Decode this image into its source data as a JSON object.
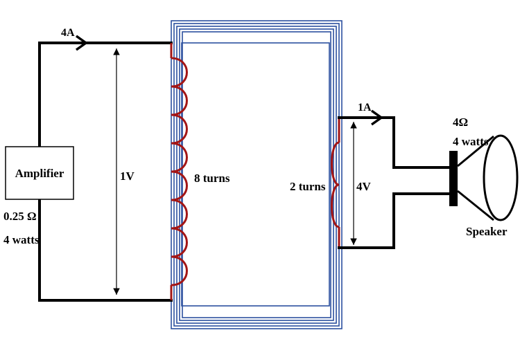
{
  "colors": {
    "wire": "#000000",
    "core": "#2b4f9e",
    "coil": "#a31515",
    "background": "#ffffff"
  },
  "amplifier": {
    "label": "Amplifier",
    "resistance": "0.25 Ω",
    "power": "4 watts"
  },
  "primary": {
    "current": "4A",
    "voltage": "1V",
    "turns": "8 turns"
  },
  "secondary": {
    "current": "1A",
    "voltage": "4V",
    "turns": "2 turns"
  },
  "speaker": {
    "label": "Speaker",
    "resistance": "4Ω",
    "power": "4 watts"
  }
}
